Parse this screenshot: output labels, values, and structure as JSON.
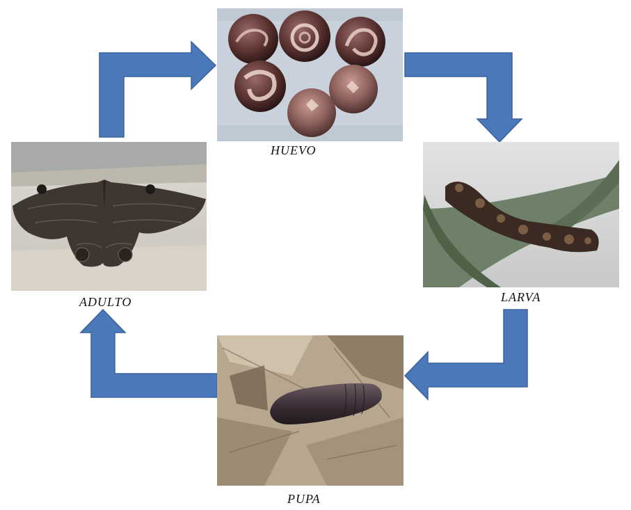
{
  "stages": {
    "egg": {
      "label": "HUEVO",
      "picture": "eggs-photo"
    },
    "larva": {
      "label": "LARVA",
      "picture": "caterpillar-on-leaf-photo"
    },
    "pupa": {
      "label": "PUPA",
      "picture": "pupa-on-dead-leaves-photo"
    },
    "adult": {
      "label": "ADULTO",
      "picture": "moth-on-wall-photo"
    }
  },
  "arrows": {
    "color": "#4a78b8",
    "stroke": "#3b62a0"
  }
}
